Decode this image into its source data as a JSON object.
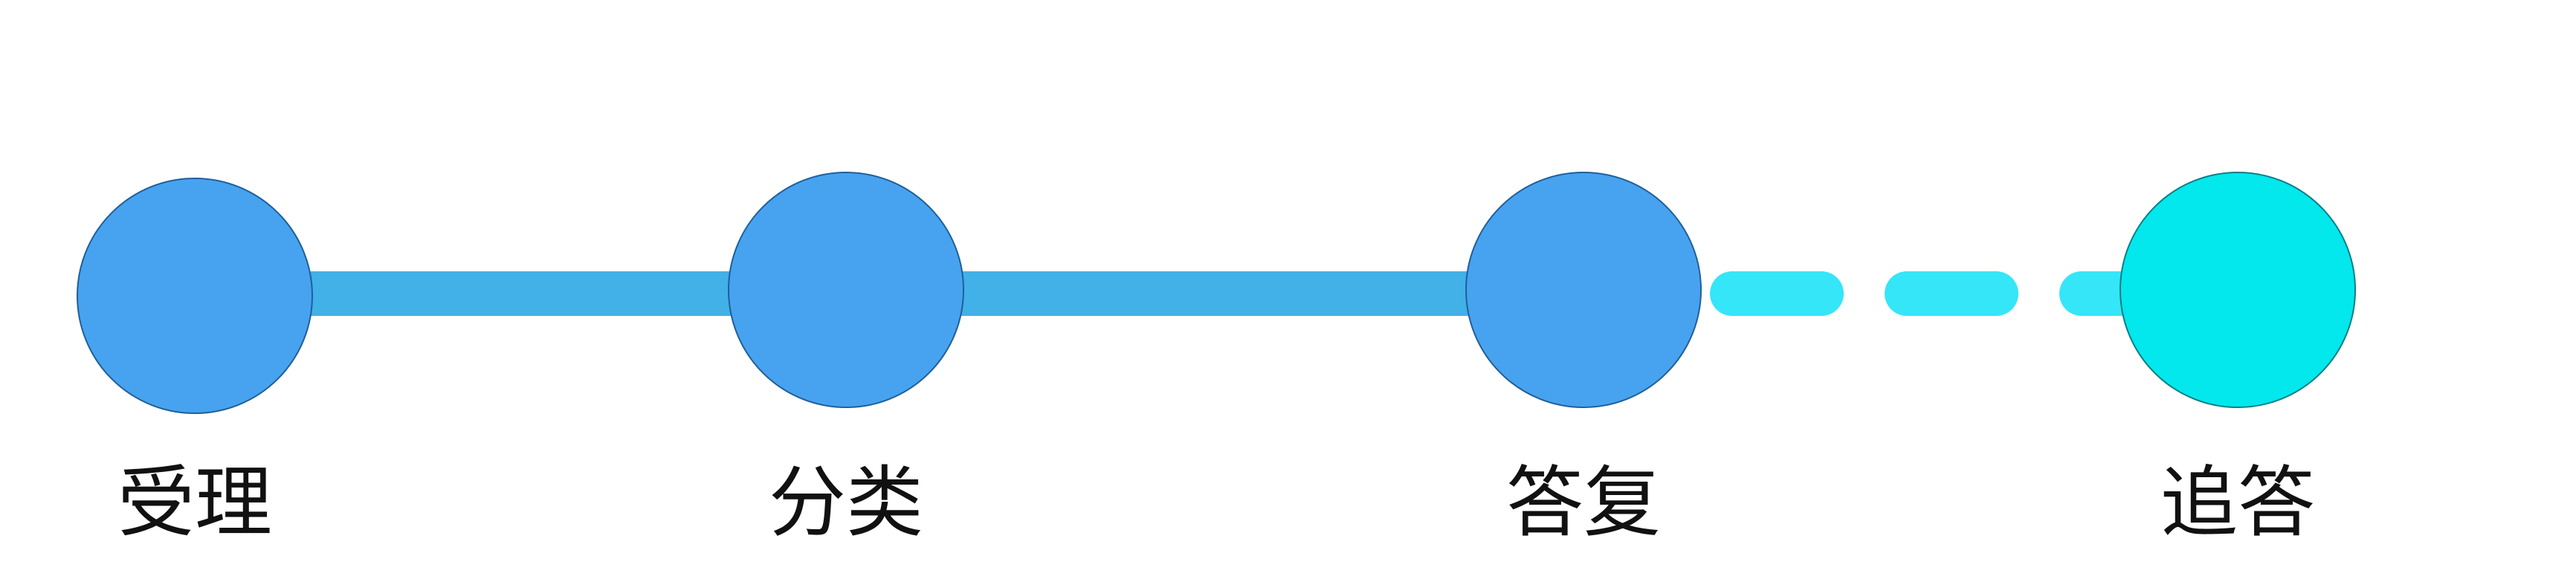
{
  "colors": {
    "background": "#ffffff",
    "completed_node": "#47a3ef",
    "completed_node_stroke": "#1f5f9a",
    "completed_connector": "#41b1e8",
    "pending_node": "#02e8ec",
    "pending_node_stroke": "#0b7f86",
    "pending_connector": "#34e6f8",
    "label": "#111111"
  },
  "steps": [
    {
      "label": "受理",
      "status": "completed"
    },
    {
      "label": "分类",
      "status": "completed"
    },
    {
      "label": "答复",
      "status": "completed"
    },
    {
      "label": "追答",
      "status": "pending"
    }
  ],
  "connectors": [
    {
      "from": "受理",
      "to": "分类",
      "style": "solid"
    },
    {
      "from": "分类",
      "to": "答复",
      "style": "solid"
    },
    {
      "from": "答复",
      "to": "追答",
      "style": "dashed"
    }
  ]
}
